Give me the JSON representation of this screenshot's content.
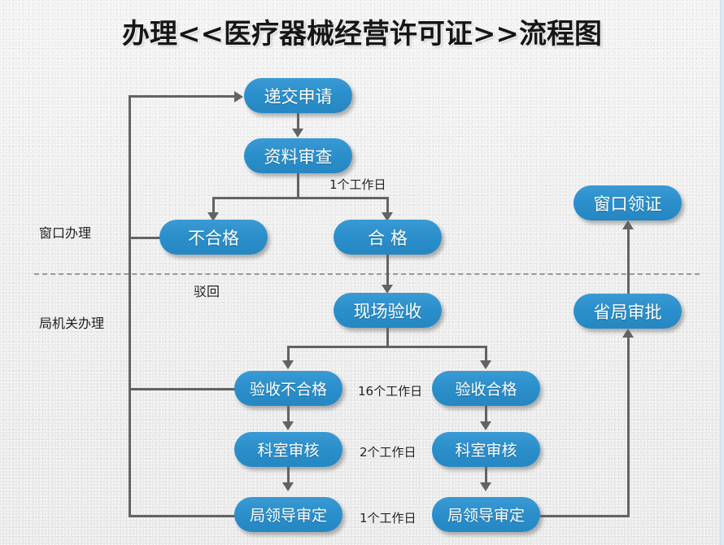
{
  "title": "办理<<医疗器械经营许可证>>流程图",
  "colors": {
    "node_fill": "#2b8fcb",
    "node_text": "#ffffff",
    "connector": "#636363",
    "divider": "#9a9a9a",
    "background": "#eeeeee",
    "title_text": "#161616"
  },
  "lane_labels": [
    {
      "id": "window",
      "text": "窗口办理"
    },
    {
      "id": "bureau",
      "text": "局机关办理"
    }
  ],
  "nodes": [
    {
      "id": "submit",
      "text": "递交申请"
    },
    {
      "id": "doc-review",
      "text": "资料审查"
    },
    {
      "id": "fail",
      "text": "不合格"
    },
    {
      "id": "pass",
      "text": "合 格"
    },
    {
      "id": "onsite",
      "text": "现场验收"
    },
    {
      "id": "onsite-fail",
      "text": "验收不合格"
    },
    {
      "id": "onsite-pass",
      "text": "验收合格"
    },
    {
      "id": "dept-review-left",
      "text": "科室审核"
    },
    {
      "id": "dept-review-right",
      "text": "科室审核"
    },
    {
      "id": "leader-left",
      "text": "局领导审定"
    },
    {
      "id": "leader-right",
      "text": "局领导审定"
    },
    {
      "id": "province",
      "text": "省局审批"
    },
    {
      "id": "collect",
      "text": "窗口领证"
    }
  ],
  "edge_labels": [
    {
      "id": "day1-review",
      "text": "1个工作日"
    },
    {
      "id": "reject",
      "text": "驳回"
    },
    {
      "id": "day16-onsite",
      "text": "16个工作日"
    },
    {
      "id": "day2-dept",
      "text": "2个工作日"
    },
    {
      "id": "day1-leader",
      "text": "1个工作日"
    }
  ]
}
